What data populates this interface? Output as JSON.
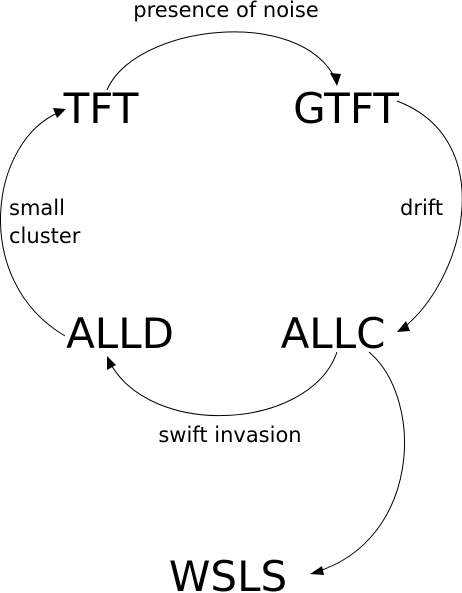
{
  "nodes": {
    "tft": "TFT",
    "gtft": "GTFT",
    "alld": "ALLD",
    "allc": "ALLC",
    "wsls": "WSLS"
  },
  "edges": {
    "tft_to_gtft": "presence of noise",
    "gtft_to_allc": "drift",
    "allc_to_alld": "swift invasion",
    "alld_to_tft_line1": "small",
    "alld_to_tft_line2": "cluster"
  },
  "colors": {
    "background": "#ffffff",
    "ink": "#000000"
  }
}
